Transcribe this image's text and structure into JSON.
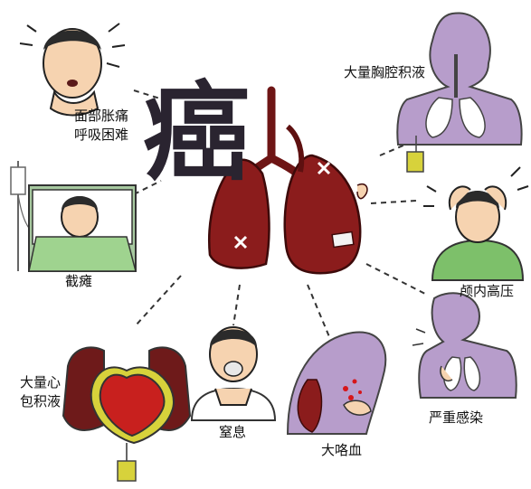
{
  "center_title": "癌",
  "complications": {
    "face_swelling": [
      "面部胀痛",
      "呼吸困难"
    ],
    "pleural_effusion": "大量胸腔积液",
    "paraplegia": "截瘫",
    "intracranial_pressure": "颅内高压",
    "pericardial_effusion": [
      "大量心",
      "包积液"
    ],
    "suffocation": "窒息",
    "hemoptysis": "大咯血",
    "infection": "严重感染"
  },
  "colors": {
    "lung": "#8b1c1c",
    "lung_dark": "#5e1010",
    "purple_body": "#b79dcb",
    "skin": "#f6d3b0",
    "hair": "#2b2b2b",
    "green_shirt": "#7dc06a",
    "heart": "#c8201e",
    "fluid_yellow": "#d7d23b",
    "blood": "#d6161a"
  }
}
